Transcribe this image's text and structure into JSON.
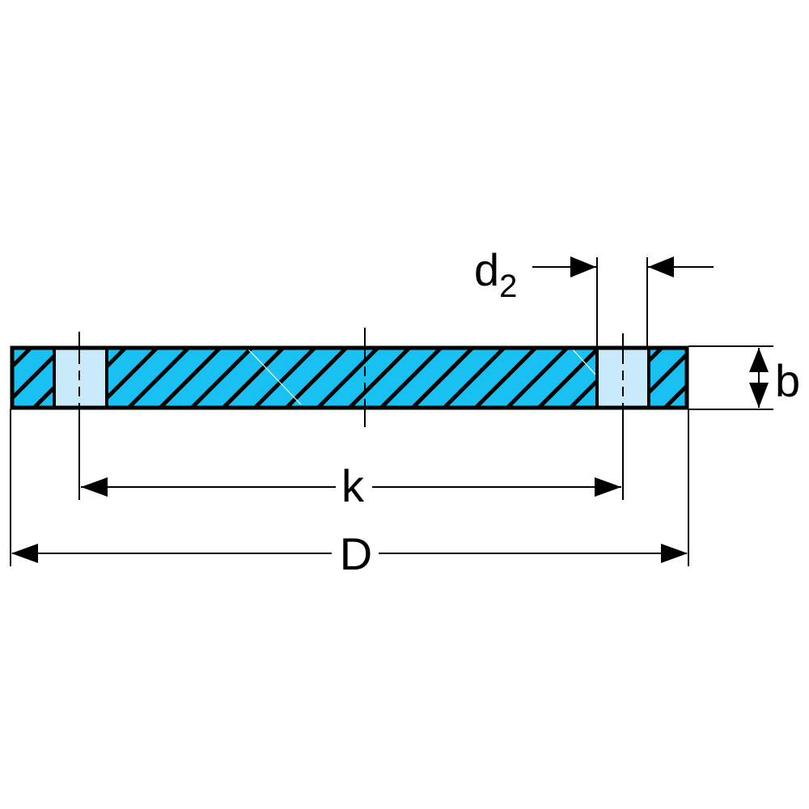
{
  "labels": {
    "d2_main": "d",
    "d2_sub": "2",
    "b": "b",
    "k": "k",
    "D": "D"
  },
  "colors": {
    "material": "#19c1f3",
    "hole": "#c8eafa",
    "line": "#000000"
  }
}
